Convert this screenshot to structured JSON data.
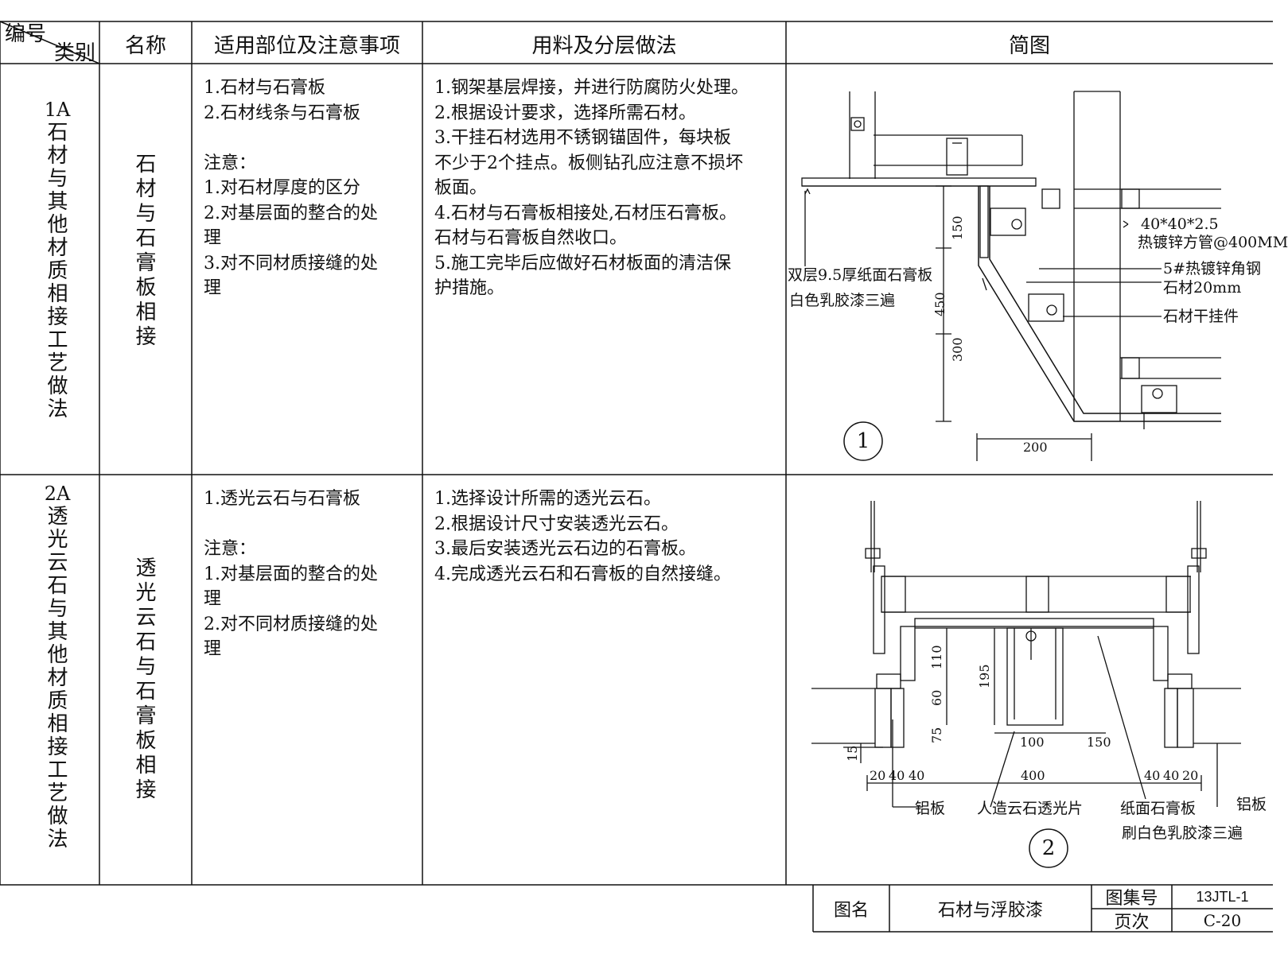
{
  "header": {
    "number": "编号",
    "category": "类别",
    "name": "名称",
    "parts": "适用部位及注意事项",
    "method": "用料及分层做法",
    "diagram": "简图"
  },
  "rows": [
    {
      "code": "1A",
      "category": "石材与其他材质相接工艺做法",
      "name": "石材与石膏板相接",
      "parts": [
        "1.石材与石膏板",
        "2.石材线条与石膏板",
        "",
        "注意：",
        "1.对石材厚度的区分",
        "2.对基层面的整合的处",
        "理",
        "3.对不同材质接缝的处",
        "理"
      ],
      "method": [
        "1.钢架基层焊接，并进行防腐防火处理。",
        "2.根据设计要求，选择所需石材。",
        "3.干挂石材选用不锈钢锚固件，每块板",
        "不少于2个挂点。板侧钻孔应注意不损坏",
        "板面。",
        "4.石材与石膏板相接处,石材压石膏板。",
        "石材与石膏板自然收口。",
        "5.施工完毕后应做好石材板面的清洁保",
        "护措施。"
      ],
      "diagram": {
        "circle": "1",
        "labels": [
          "40*40*2.5",
          "热镀锌方管@400MM",
          "5#热镀锌角钢",
          "石材20mm",
          "石材干挂件",
          "双层9.5厚纸面石膏板",
          "白色乳胶漆三遍"
        ],
        "dims": [
          "150",
          "450",
          "300",
          "200"
        ]
      }
    },
    {
      "code": "2A",
      "category": "透光云石与其他材质相接工艺做法",
      "name": "透光云石与石膏板相接",
      "parts": [
        "1.透光云石与石膏板",
        "",
        "注意：",
        "1.对基层面的整合的处",
        "理",
        "2.对不同材质接缝的处",
        "理"
      ],
      "method": [
        "1.选择设计所需的透光云石。",
        "2.根据设计尺寸安装透光云石。",
        "3.最后安装透光云石边的石膏板。",
        "4.完成透光云石和石膏板的自然接缝。"
      ],
      "diagram": {
        "circle": "2",
        "labels": [
          "铝板",
          "人造云石透光片",
          "纸面石膏板",
          "刷白色乳胶漆三遍",
          "铝板"
        ],
        "dims": [
          "110",
          "195",
          "60",
          "75",
          "15",
          "100",
          "150",
          "20",
          "40",
          "40",
          "400",
          "40",
          "40",
          "20"
        ]
      }
    }
  ],
  "title_block": {
    "name_label": "图名",
    "name_value": "石材与浮胶漆",
    "set_label": "图集号",
    "set_value": "13JTL-1",
    "page_label": "页次",
    "page_value": "C-20"
  }
}
